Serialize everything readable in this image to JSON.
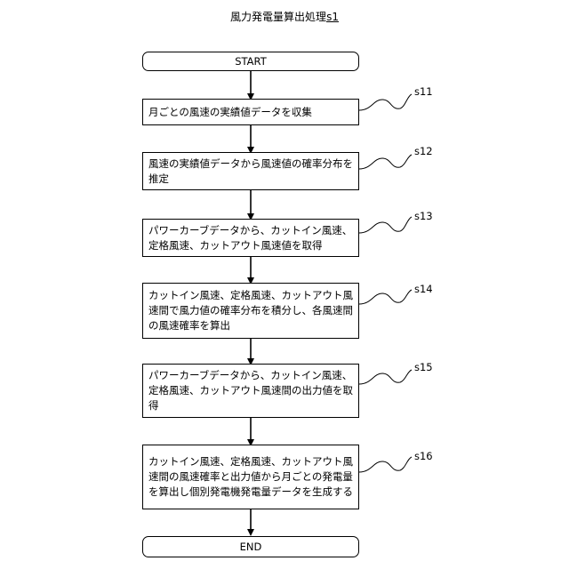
{
  "title": {
    "prefix": "風力発電量算出処理",
    "id": "s1"
  },
  "start": "START",
  "end": "END",
  "steps": [
    {
      "id": "s11",
      "text": "月ごとの風速の実績値データを収集"
    },
    {
      "id": "s12",
      "text": "風速の実績値データから風速値の確率分布を推定"
    },
    {
      "id": "s13",
      "text": "パワーカーブデータから、カットイン風速、定格風速、カットアウト風速値を取得"
    },
    {
      "id": "s14",
      "text": "カットイン風速、定格風速、カットアウト風速間で風力値の確率分布を積分し、各風速間の風速確率を算出"
    },
    {
      "id": "s15",
      "text": "パワーカーブデータから、カットイン風速、定格風速、カットアウト風速間の出力値を取得"
    },
    {
      "id": "s16",
      "text": "カットイン風速、定格風速、カットアウト風速間の風速確率と出力値から月ごとの発電量を算出し個別発電機発電量データを生成する"
    }
  ]
}
